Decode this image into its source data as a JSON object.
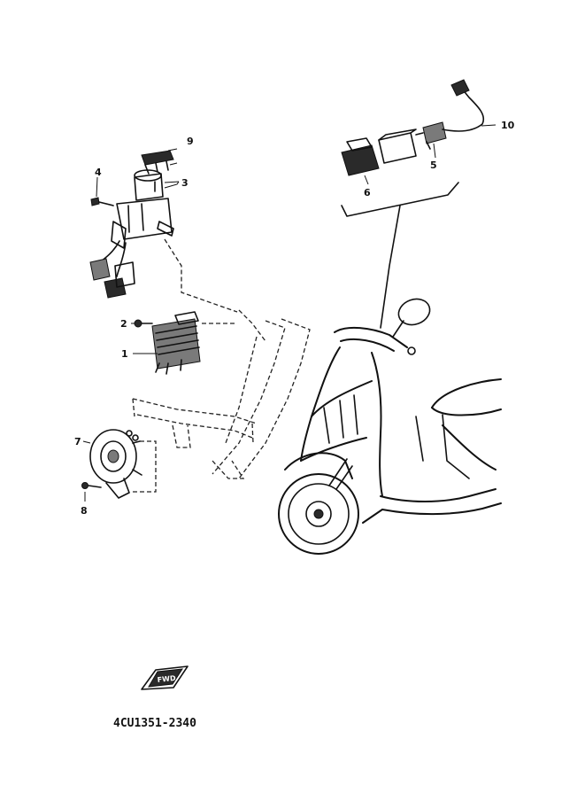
{
  "diagram": {
    "drawing_code": "4CU1351-2340",
    "fwd_badge": "FWD",
    "colors": {
      "ink": "#111111",
      "paper": "#ffffff"
    },
    "callouts": [
      {
        "id": "c1",
        "label": "1"
      },
      {
        "id": "c2",
        "label": "2"
      },
      {
        "id": "c3",
        "label": "3"
      },
      {
        "id": "c4",
        "label": "4"
      },
      {
        "id": "c5",
        "label": "5"
      },
      {
        "id": "c6",
        "label": "6"
      },
      {
        "id": "c7",
        "label": "7"
      },
      {
        "id": "c8",
        "label": "8"
      },
      {
        "id": "c9",
        "label": "9"
      },
      {
        "id": "c10",
        "label": "10"
      }
    ]
  }
}
